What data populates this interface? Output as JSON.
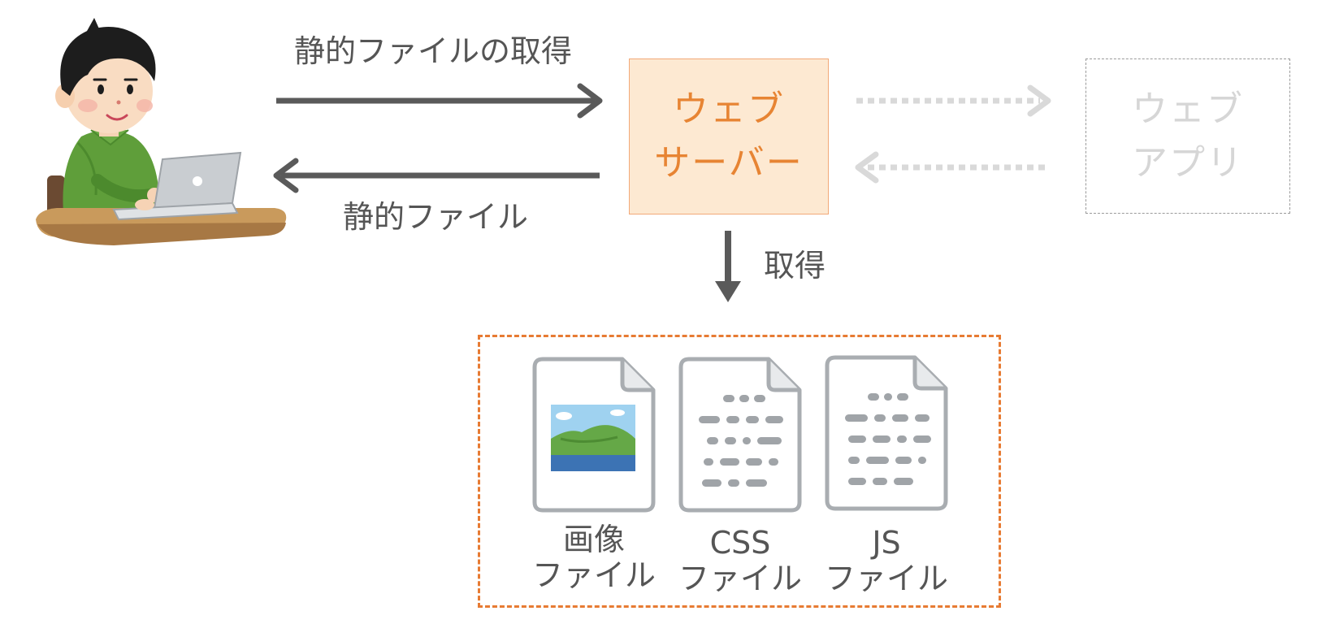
{
  "arrows": {
    "request_label": "静的ファイルの取得",
    "response_label": "静的ファイル",
    "fetch_label": "取得"
  },
  "web_server": {
    "line1": "ウェブ",
    "line2": "サーバー"
  },
  "web_app": {
    "line1": "ウェブ",
    "line2": "アプリ"
  },
  "files": [
    {
      "line1": "画像",
      "line2": "ファイル"
    },
    {
      "line1": "CSS",
      "line2": "ファイル"
    },
    {
      "line1": "JS",
      "line2": "ファイル"
    }
  ],
  "colors": {
    "arrow": "#5a5a5a",
    "faded_arrow": "#d9d9d9",
    "server_fill": "#fde9d2",
    "server_text": "#e78433",
    "group_border": "#e77b33",
    "file_outline": "#a9adb1"
  }
}
